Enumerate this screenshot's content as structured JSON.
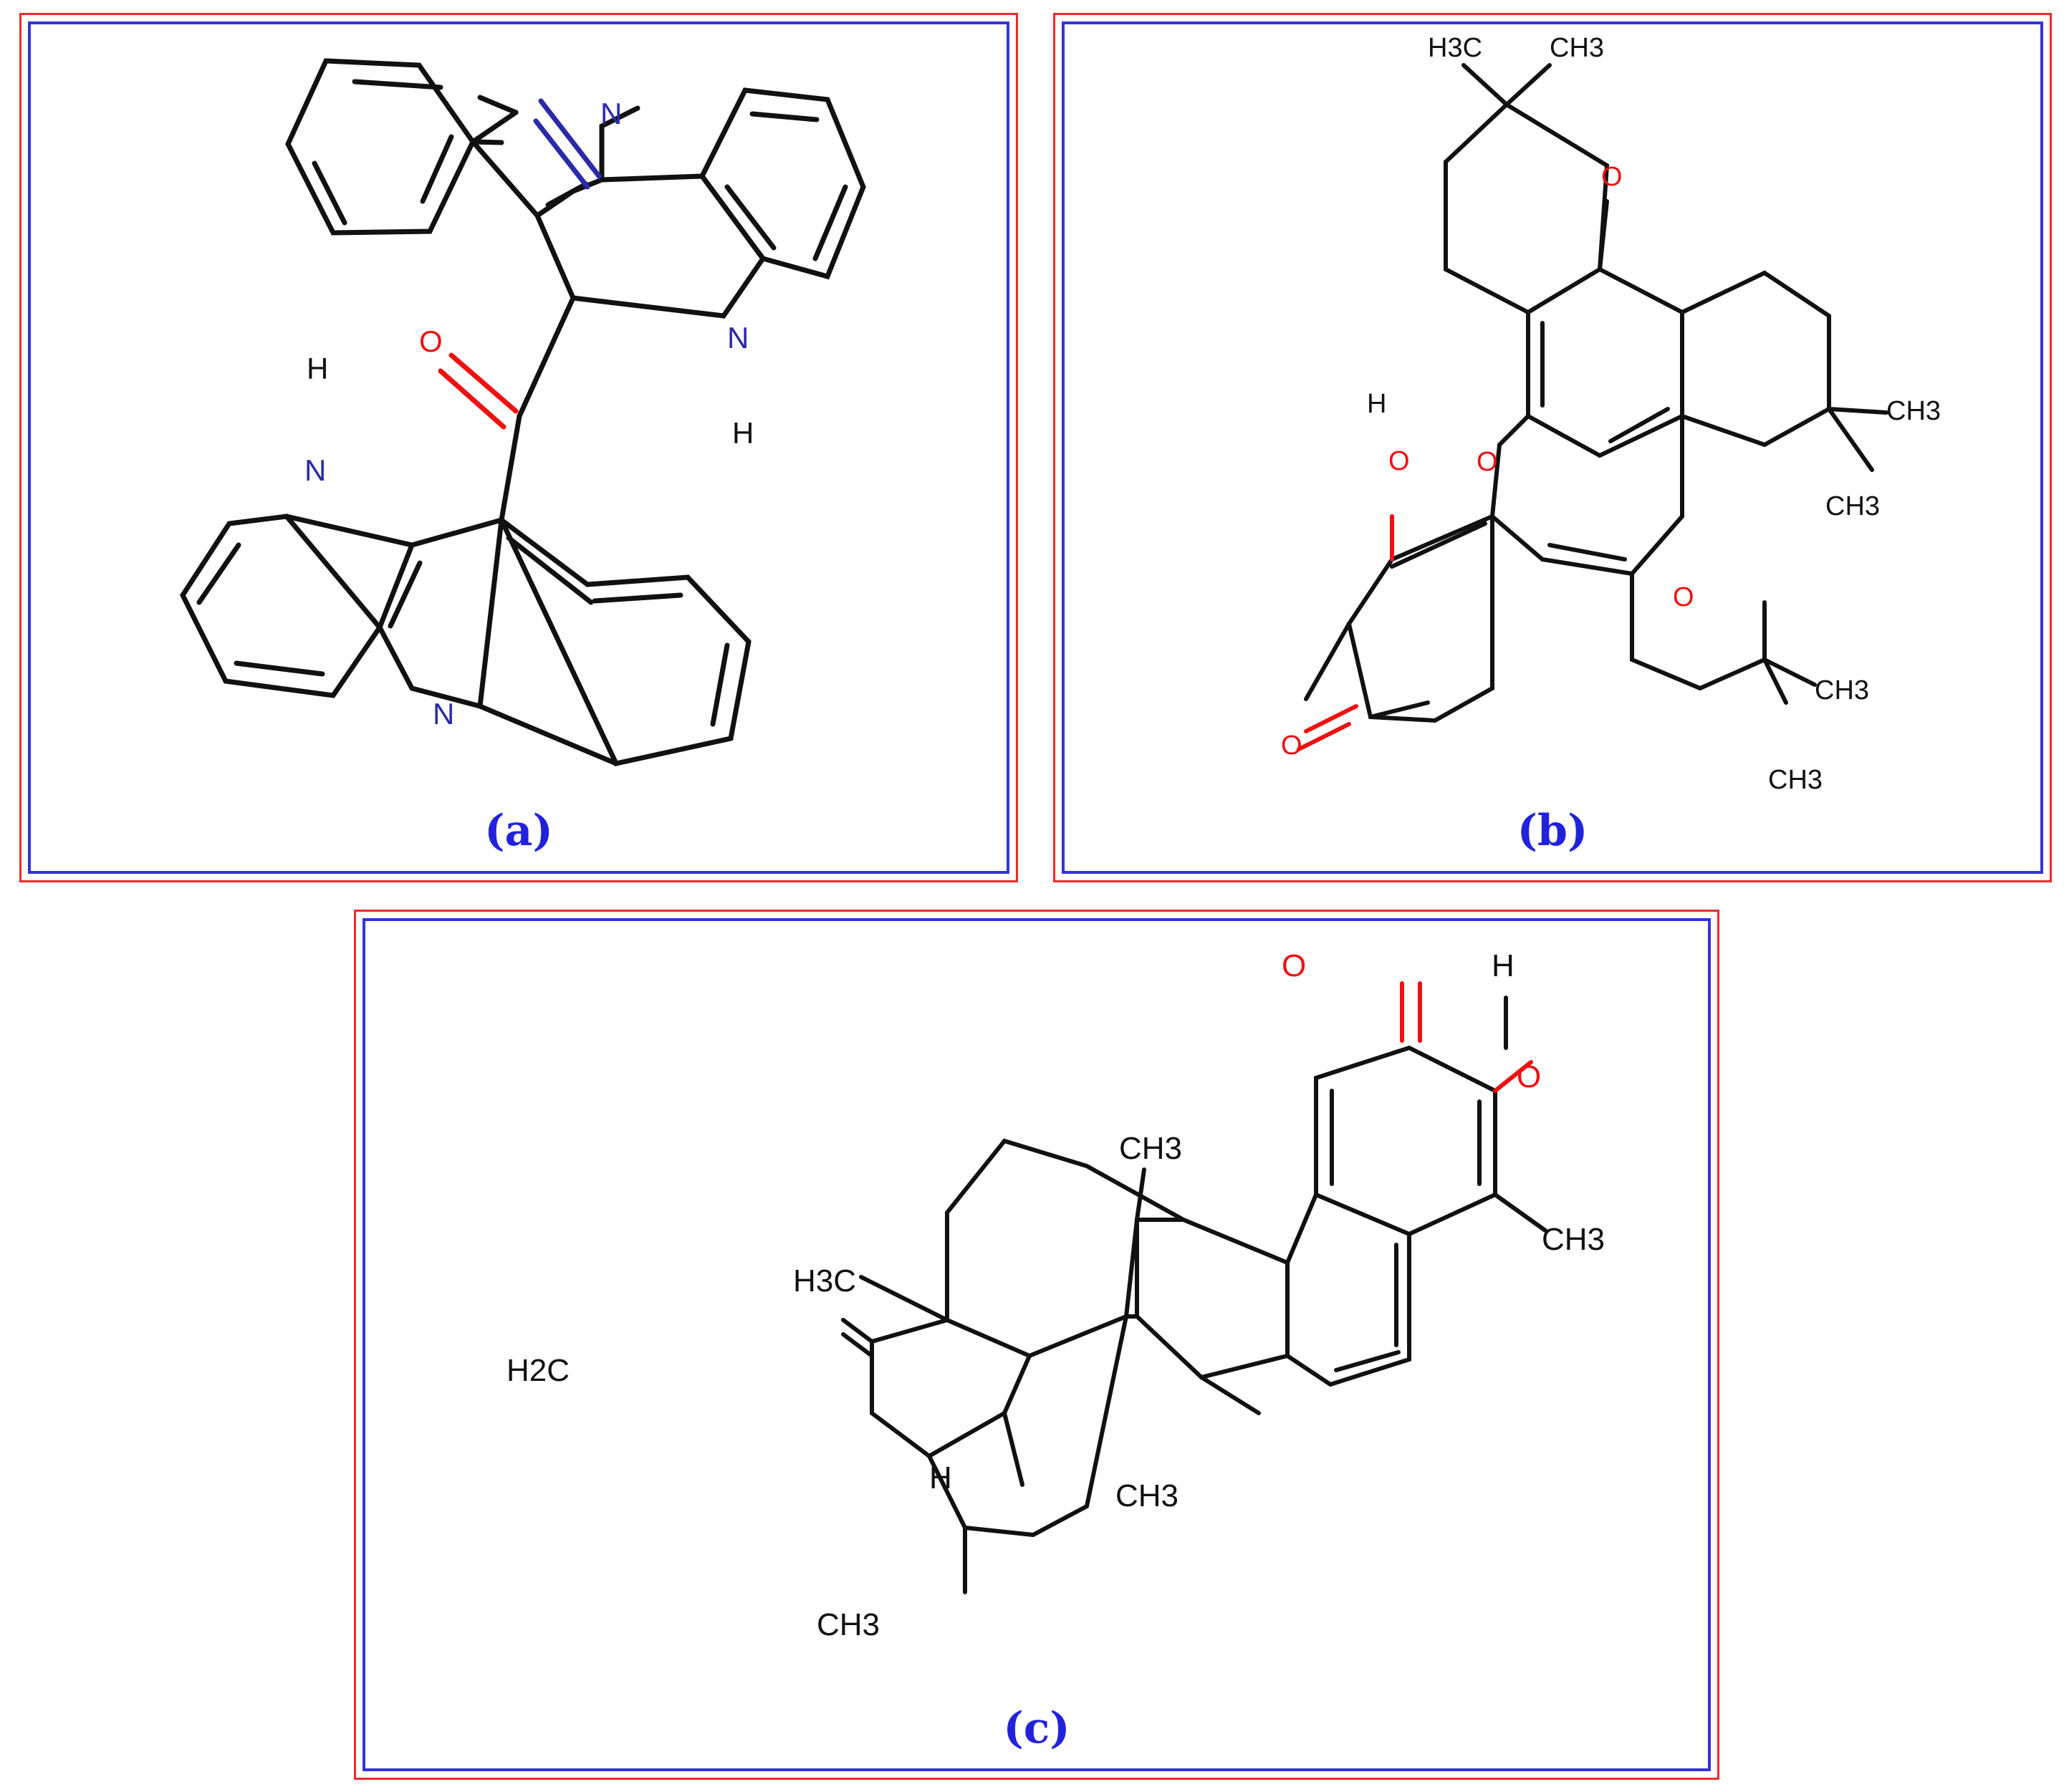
{
  "figure": {
    "captions": {
      "a": "(a)",
      "b": "(b)",
      "c": "(c)"
    },
    "colors": {
      "outer_border": "#ee2b2b",
      "inner_border": "#3333dd",
      "caption": "#2222dd",
      "bond": "#111111",
      "nitrogen": "#2a2aa8",
      "oxygen": "#ee1111"
    },
    "structures": [
      {
        "panel": "a",
        "atom_labels": [
          "N",
          "N",
          "H",
          "O",
          "H",
          "N",
          "N"
        ]
      },
      {
        "panel": "b",
        "atom_labels": [
          "H3C",
          "CH3",
          "O",
          "H",
          "O",
          "O",
          "CH3",
          "CH3",
          "O",
          "CH3",
          "O",
          "CH3"
        ]
      },
      {
        "panel": "c",
        "atom_labels": [
          "O",
          "H",
          "O",
          "CH3",
          "CH3",
          "H3C",
          "H2C",
          "H",
          "CH3",
          "CH3"
        ]
      }
    ]
  }
}
